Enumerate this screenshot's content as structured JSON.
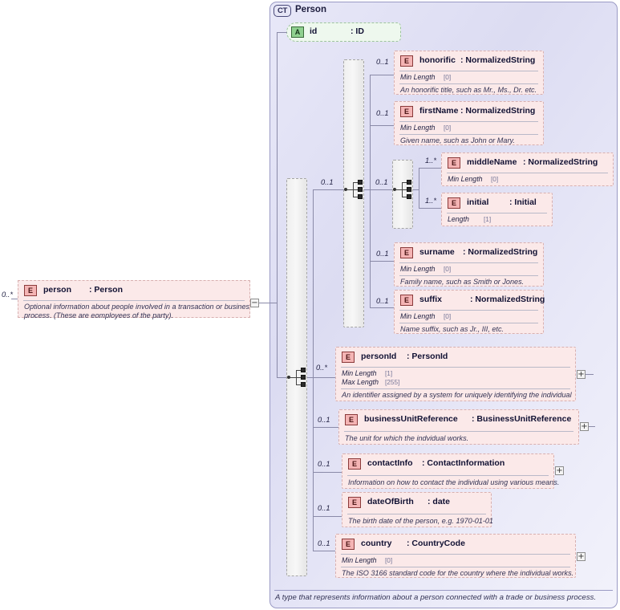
{
  "diagram": {
    "kind": "xsd-schema-diagram",
    "complex_type": {
      "badge": "CT",
      "badge_icon": "complex-type-icon",
      "title": "Person",
      "documentation": "A type that represents information about a person connected with a trade or business process."
    },
    "attribute": {
      "badge": "A",
      "badge_icon": "attribute-icon",
      "name": "id",
      "type": ": ID"
    },
    "compositors": [
      {
        "name": "sequence-compositor-outer",
        "icon": "sequence-icon"
      },
      {
        "name": "sequence-compositor-name",
        "icon": "sequence-icon"
      },
      {
        "name": "choice-compositor-middle",
        "icon": "sequence-icon"
      }
    ],
    "root_element": {
      "badge": "E",
      "badge_icon": "element-icon",
      "name": "person",
      "type": ": Person",
      "cardinality": "0..*",
      "documentation_line1": "Optional information about people involved in a transaction or busines",
      "documentation_line2": "process. (These are eomployees of the party).",
      "collapse_label": "−"
    },
    "elements": [
      {
        "id": "honorific",
        "badge": "E",
        "name": "honorific",
        "type": ": NormalizedString",
        "cardinality": "0..1",
        "facets": [
          {
            "label": "Min Length",
            "value": "[0]"
          }
        ],
        "documentation": "An honorific title, such as Mr., Ms., Dr. etc.",
        "expander": null
      },
      {
        "id": "firstName",
        "badge": "E",
        "name": "firstName",
        "type": ": NormalizedString",
        "cardinality": "0..1",
        "facets": [
          {
            "label": "Min Length",
            "value": "[0]"
          }
        ],
        "documentation": "Given name, such as John or Mary.",
        "expander": null
      },
      {
        "id": "middleName",
        "badge": "E",
        "name": "middleName",
        "type": ": NormalizedString",
        "cardinality": "1..*",
        "facets": [
          {
            "label": "Min Length",
            "value": "[0]"
          }
        ],
        "documentation": null,
        "expander": null
      },
      {
        "id": "initial",
        "badge": "E",
        "name": "initial",
        "type": ": Initial",
        "cardinality": "1..*",
        "facets": [
          {
            "label": "Length",
            "value": "[1]"
          }
        ],
        "documentation": null,
        "expander": null
      },
      {
        "id": "surname",
        "badge": "E",
        "name": "surname",
        "type": ": NormalizedString",
        "cardinality": "0..1",
        "facets": [
          {
            "label": "Min Length",
            "value": "[0]"
          }
        ],
        "documentation": "Family name, such as Smith or Jones.",
        "expander": null
      },
      {
        "id": "suffix",
        "badge": "E",
        "name": "suffix",
        "type": ": NormalizedString",
        "cardinality": "0..1",
        "facets": [
          {
            "label": "Min Length",
            "value": "[0]"
          }
        ],
        "documentation": "Name suffix, such as Jr., III, etc.",
        "expander": null
      },
      {
        "id": "personId",
        "badge": "E",
        "name": "personId",
        "type": ": PersonId",
        "cardinality": "0..*",
        "facets": [
          {
            "label": "Min Length",
            "value": "[1]"
          },
          {
            "label": "Max Length",
            "value": "[255]"
          }
        ],
        "documentation": "An identifier assigned by a system for uniquely identifying the individual",
        "expander": "+"
      },
      {
        "id": "businessUnitReference",
        "badge": "E",
        "name": "businessUnitReference",
        "type": ": BusinessUnitReference",
        "cardinality": "0..1",
        "facets": [],
        "documentation": "The unit for which the indvidual works.",
        "expander": "+"
      },
      {
        "id": "contactInfo",
        "badge": "E",
        "name": "contactInfo",
        "type": ": ContactInformation",
        "cardinality": "0..1",
        "facets": [],
        "documentation": "Information on how to contact the individual using various means.",
        "expander": "+"
      },
      {
        "id": "dateOfBirth",
        "badge": "E",
        "name": "dateOfBirth",
        "type": ": date",
        "cardinality": "0..1",
        "facets": [],
        "documentation": "The birth date of the person, e.g. 1970-01-01",
        "expander": null
      },
      {
        "id": "country",
        "badge": "E",
        "name": "country",
        "type": ": CountryCode",
        "cardinality": "0..1",
        "facets": [
          {
            "label": "Min Length",
            "value": "[0]"
          }
        ],
        "documentation": "The ISO 3166 standard code for the country where the individual works.",
        "expander": "+"
      }
    ],
    "group_cardinalities": {
      "name_group": "0..1",
      "middle_group": "0..1"
    },
    "colors": {
      "element_fill": "#fbe9e9",
      "element_border": "#d8b0b0",
      "element_badge": "#f4b4b4",
      "attribute_fill": "#eef8ee",
      "attribute_badge": "#8fd08f",
      "complex_type_fill": "#e4e4f5",
      "complex_type_border": "#9a9ac4",
      "group_fill": "#f0f0f0",
      "connector": "#8a8aa8"
    }
  }
}
